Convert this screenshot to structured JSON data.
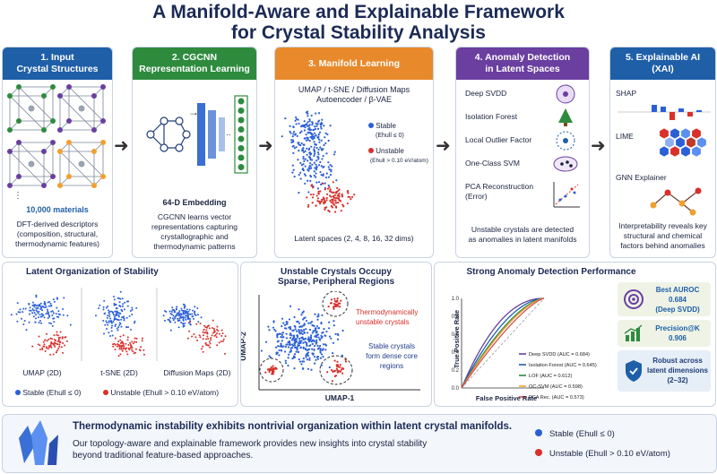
{
  "title_line1": "A Manifold-Aware and Explainable Framework",
  "title_line2": "for Crystal Stability Analysis",
  "panels": {
    "p1": {
      "head1": "1. Input",
      "head2": "Crystal Structures",
      "count": "10,000 materials",
      "desc1": "DFT-derived descriptors",
      "desc2": "(composition, structural,",
      "desc3": "thermodynamic features)",
      "color": "#1f5fa8"
    },
    "p2": {
      "head1": "2. CGCNN",
      "head2": "Representation Learning",
      "embed": "64-D Embedding",
      "desc1": "CGCNN learns vector",
      "desc2": "representations capturing",
      "desc3": "crystallographic and",
      "desc4": "thermodynamic patterns",
      "color": "#2e8b3e"
    },
    "p3": {
      "head1": "3. Manifold Learning",
      "methods1": "UMAP / t-SNE / Diffusion Maps",
      "methods2": "Autoencoder / β-VAE",
      "stable": "Stable",
      "stable_sub": "(Ehull ≤ 0)",
      "unstable": "Unstable",
      "unstable_sub": "(Ehull > 0.10 eV/atom)",
      "latent": "Latent spaces (2, 4, 8, 16, 32 dims)",
      "color": "#e8892b"
    },
    "p4": {
      "head1": "4. Anomaly Detection",
      "head2": "in Latent Spaces",
      "methods": [
        "Deep SVDD",
        "Isolation Forest",
        "Local Outlier Factor",
        "One-Class SVM",
        "PCA Reconstruction",
        "(Error)"
      ],
      "desc1": "Unstable crystals are detected",
      "desc2": "as anomalies in latent manifolds",
      "color": "#6a3fa0"
    },
    "p5": {
      "head1": "5. Explainable AI",
      "head2": "(XAI)",
      "shap": "SHAP",
      "lime": "LIME",
      "gnn": "GNN Explainer",
      "desc1": "Interpretability reveals key",
      "desc2": "structural and chemical",
      "desc3": "factors behind anomalies",
      "color": "#1f5fa8"
    }
  },
  "latent_org": {
    "title": "Latent Organization of Stability",
    "labels": [
      "UMAP (2D)",
      "t-SNE (2D)",
      "Diffusion Maps (2D)"
    ],
    "legend_stable": "Stable (Ehull ≤ 0)",
    "legend_unstable": "Unstable (Ehull > 0.10 eV/atom)"
  },
  "sparse": {
    "title1": "Unstable Crystals Occupy",
    "title2": "Sparse, Peripheral Regions",
    "ann1": "Thermodynamically",
    "ann2": "unstable crystals",
    "ann3": "Stable crystals",
    "ann4": "form dense core",
    "ann5": "regions",
    "xlabel": "UMAP-1",
    "ylabel": "UMAP-2"
  },
  "roc": {
    "title": "Strong Anomaly Detection Performance",
    "xlabel": "False Positive Rate",
    "ylabel": "True Positive Rate",
    "yticks": [
      "1.0",
      "0.8",
      "0.6",
      "0.4",
      "0.2",
      "0.0"
    ]
  },
  "chart_data": {
    "type": "line",
    "title": "Strong Anomaly Detection Performance",
    "xlabel": "False Positive Rate",
    "ylabel": "True Positive Rate",
    "xlim": [
      0,
      1
    ],
    "ylim": [
      0,
      1
    ],
    "legend": "bottom-right",
    "series": [
      {
        "name": "Deep SVDD (AUC = 0.684)",
        "auc": 0.684,
        "color": "#6a3fa0"
      },
      {
        "name": "Isolation Forest (AUC = 0.645)",
        "auc": 0.645,
        "color": "#1f5fa8"
      },
      {
        "name": "LOF (AUC = 0.612)",
        "auc": 0.612,
        "color": "#2e8b3e"
      },
      {
        "name": "OC-SVM (AUC = 0.598)",
        "auc": 0.598,
        "color": "#f0a030"
      },
      {
        "name": "PCA Rec. (AUC = 0.573)",
        "auc": 0.573,
        "color": "#d9534f"
      }
    ]
  },
  "metrics": {
    "m1_title": "Best AUROC",
    "m1_val": "0.684",
    "m1_sub": "(Deep SVDD)",
    "m2_title": "Precision@K",
    "m2_val": "0.906",
    "m3_l1": "Robust across",
    "m3_l2": "latent dimensions",
    "m3_l3": "(2–32)"
  },
  "bottom": {
    "headline": "Thermodynamic instability exhibits nontrivial organization within latent crystal manifolds.",
    "body1": "Our topology-aware and explainable framework provides new insights into crystal stability",
    "body2": "beyond traditional feature-based approaches.",
    "stable": "Stable (Ehull ≤ 0)",
    "unstable": "Unstable (Ehull > 0.10 eV/atom)"
  },
  "colors": {
    "stable": "#2a5fd6",
    "unstable": "#d9302b"
  }
}
